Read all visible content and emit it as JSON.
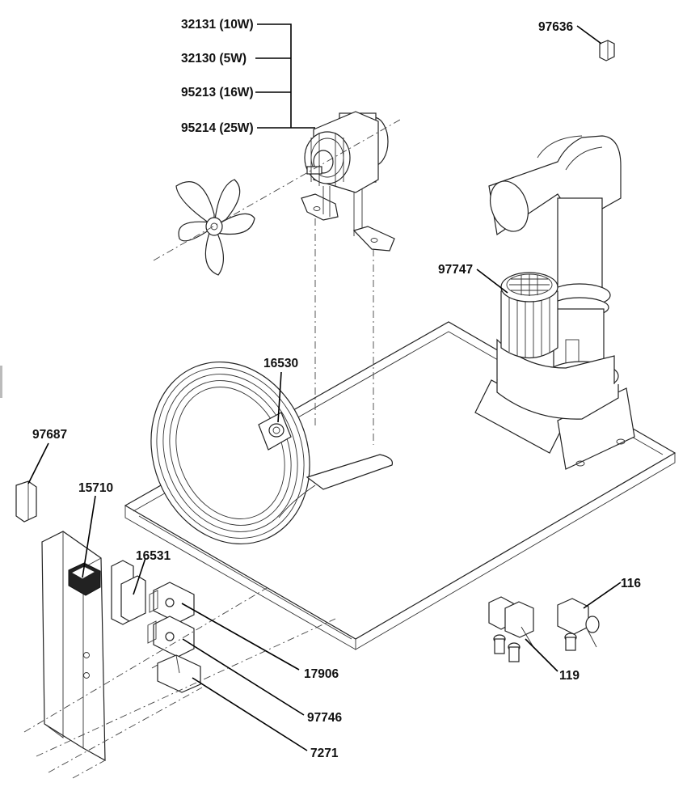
{
  "labels": {
    "fan_motor_10w": "32131 (10W)",
    "fan_motor_5w": "32130 (5W)",
    "fan_motor_16w": "95213 (16W)",
    "fan_motor_25w": "95214 (25W)",
    "cap_97636": "97636",
    "pump_97747": "97747",
    "sensor_16530": "16530",
    "cap_97687": "97687",
    "switch_15710": "15710",
    "bracket_16531": "16531",
    "valve_116": "116",
    "valve_119": "119",
    "relay_17906": "17906",
    "relay_97746": "97746",
    "capacitor_7271": "7271"
  }
}
